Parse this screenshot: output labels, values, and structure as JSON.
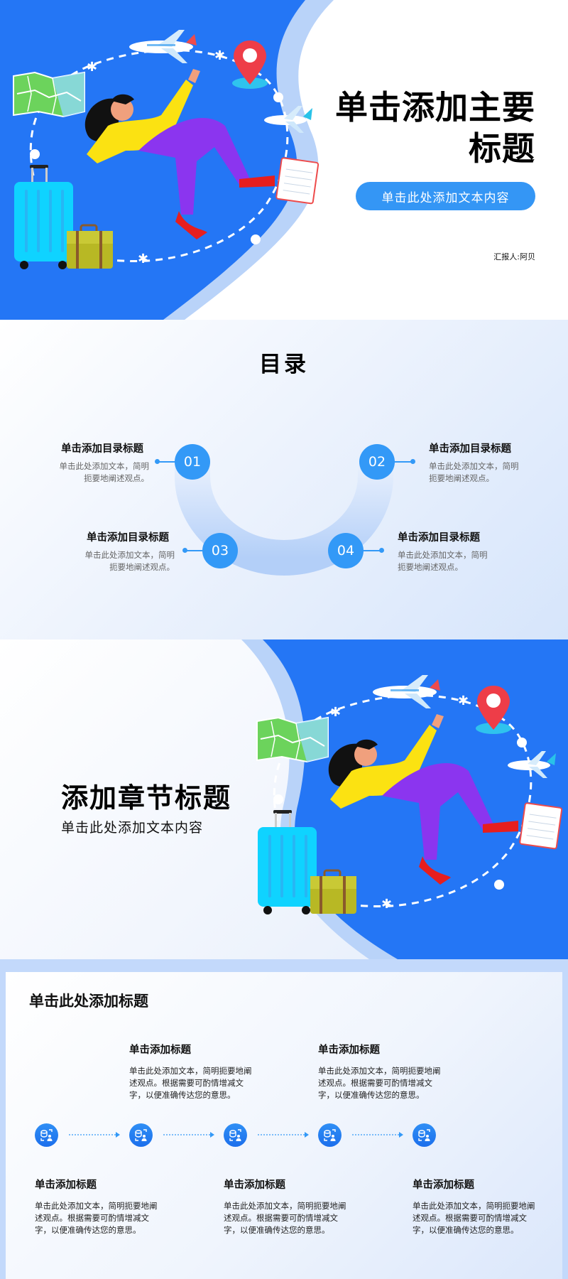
{
  "cover": {
    "title_line1": "单击添加主要",
    "title_line2": "标题",
    "subtitle_button": "单击此处添加文本内容",
    "reporter": "汇报人:阿贝",
    "colors": {
      "primary_blue": "#2476f5",
      "pill_blue": "#3496f5",
      "light_wave": "#b9d3f9"
    }
  },
  "toc": {
    "heading": "目录",
    "items": [
      {
        "num": "01",
        "title": "单击添加目录标题",
        "desc": "单击此处添加文本，简明扼要地阐述观点。"
      },
      {
        "num": "02",
        "title": "单击添加目录标题",
        "desc": "单击此处添加文本，简明扼要地阐述观点。"
      },
      {
        "num": "03",
        "title": "单击添加目录标题",
        "desc": "单击此处添加文本，简明扼要地阐述观点。"
      },
      {
        "num": "04",
        "title": "单击添加目录标题",
        "desc": "单击此处添加文本，简明扼要地阐述观点。"
      }
    ]
  },
  "section": {
    "title": "添加章节标题",
    "subtitle": "单击此处添加文本内容"
  },
  "process": {
    "title": "单击此处添加标题",
    "steps": [
      {
        "title": "单击添加标题",
        "desc": "单击此处添加文本，简明扼要地阐述观点。根据需要可酌情增减文字，以便准确传达您的意思。",
        "position": "below"
      },
      {
        "title": "单击添加标题",
        "desc": "单击此处添加文本，简明扼要地阐述观点。根据需要可酌情增减文字，以便准确传达您的意思。",
        "position": "above"
      },
      {
        "title": "单击添加标题",
        "desc": "单击此处添加文本，简明扼要地阐述观点。根据需要可酌情增减文字，以便准确传达您的意思。",
        "position": "below"
      },
      {
        "title": "单击添加标题",
        "desc": "单击此处添加文本，简明扼要地阐述观点。根据需要可酌情增减文字，以便准确传达您的意思。",
        "position": "above"
      },
      {
        "title": "单击添加标题",
        "desc": "单击此处添加文本，简明扼要地阐述观点。根据需要可酌情增减文字，以便准确传达您的意思。",
        "position": "below"
      }
    ],
    "icon": "data-user-icon"
  }
}
